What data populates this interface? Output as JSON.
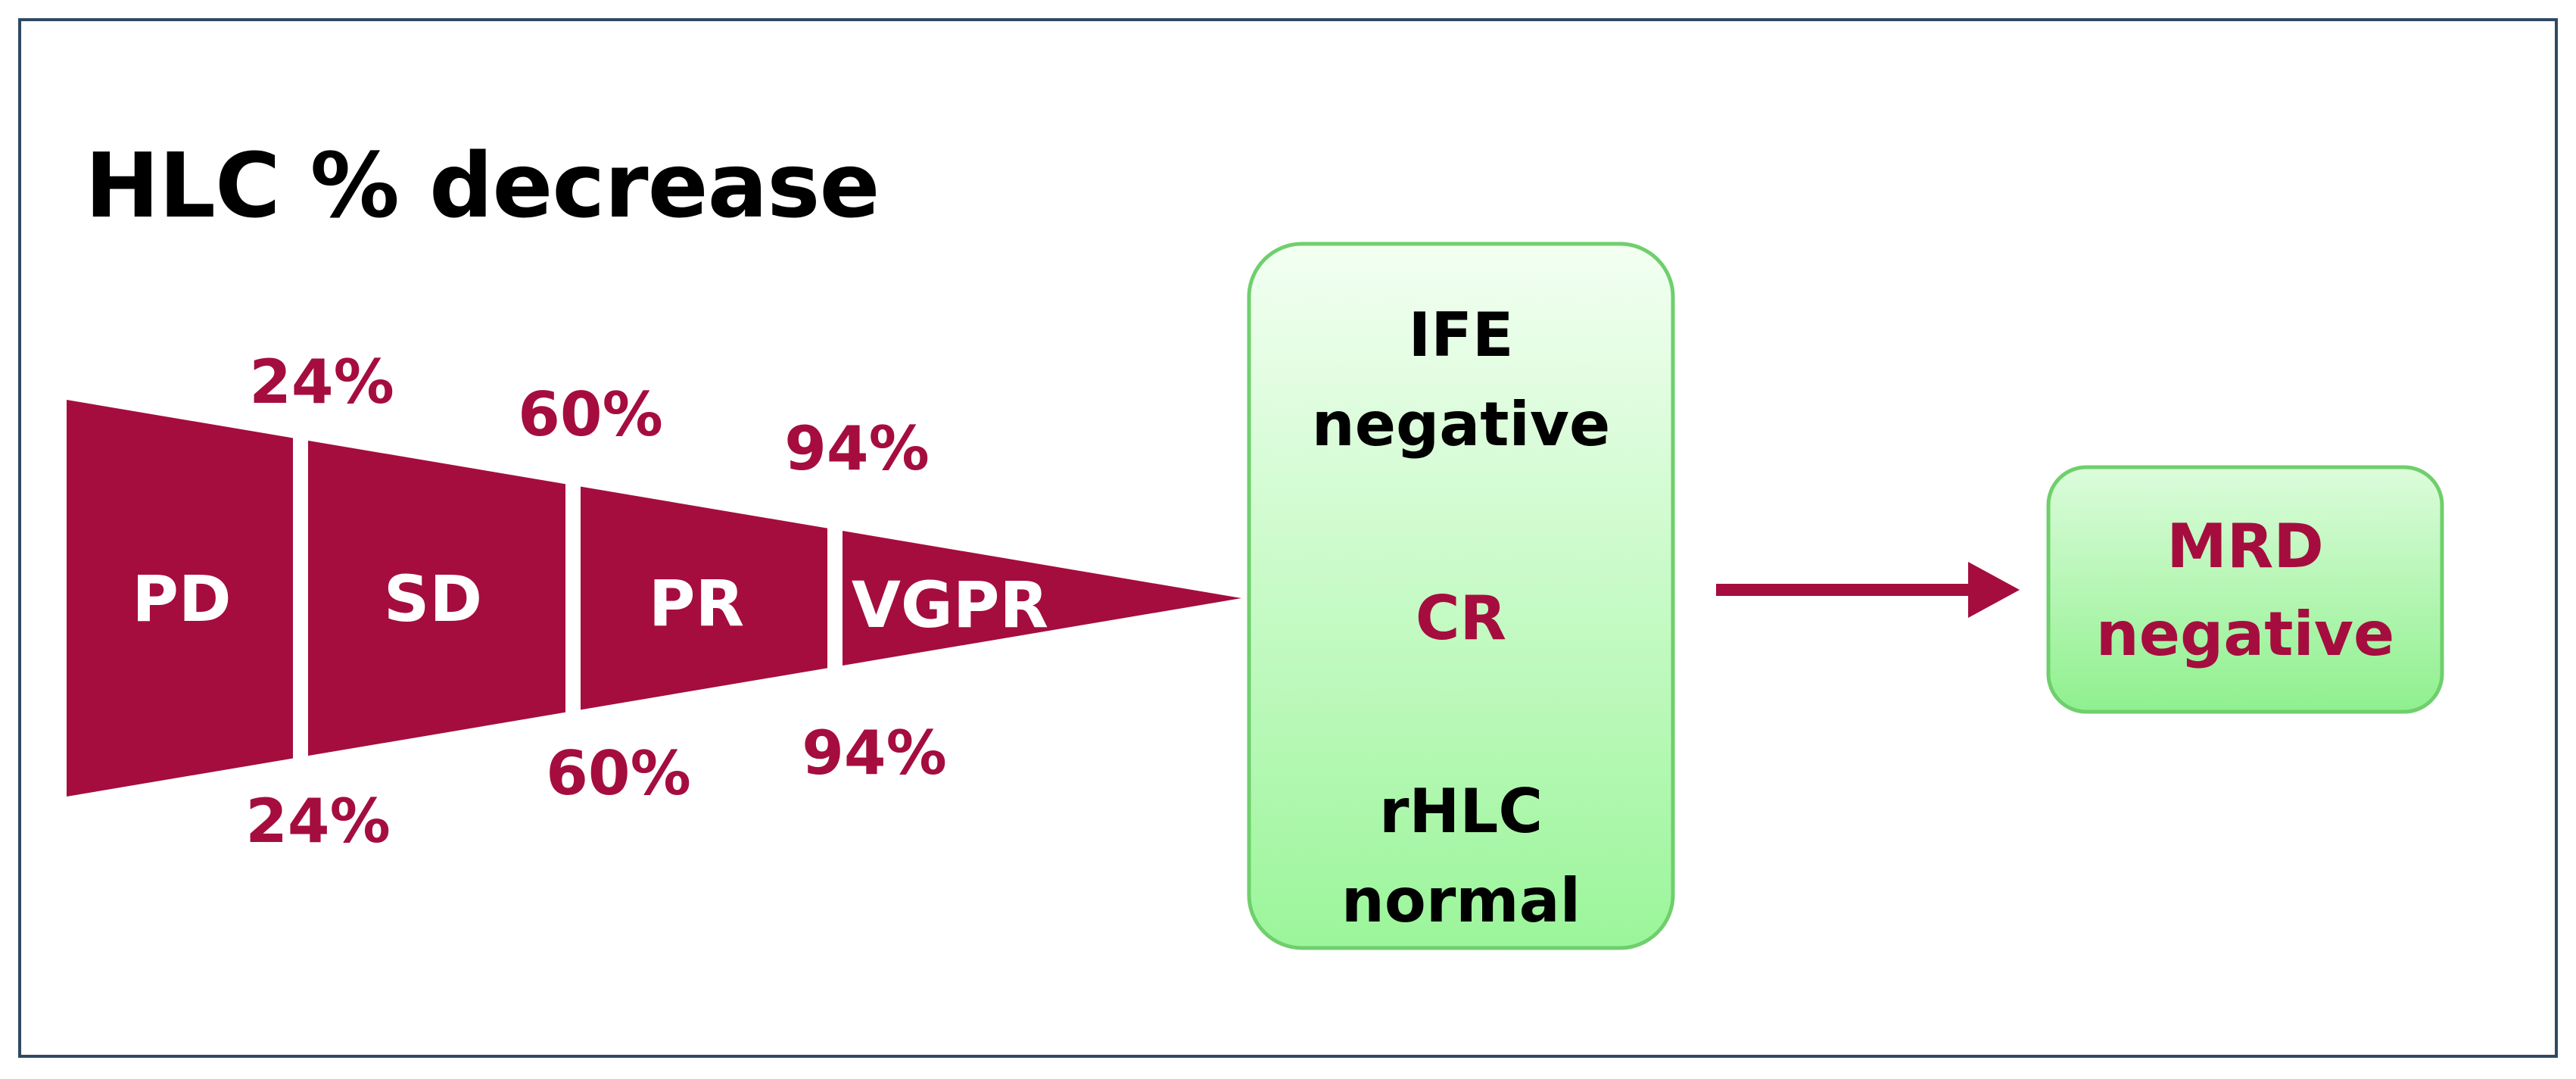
{
  "title": "HLC % decrease",
  "colors": {
    "accent": "#a50d3f",
    "box_fill_top": "#f3fff2",
    "box_fill_bottom": "#9bf59a",
    "box_border": "#6fcf6c",
    "frame_border": "#2f4a63"
  },
  "funnel": {
    "segments": [
      "PD",
      "SD",
      "PR",
      "VGPR"
    ],
    "top_thresholds": [
      "24%",
      "60%",
      "94%"
    ],
    "bottom_thresholds": [
      "24%",
      "60%",
      "94%"
    ]
  },
  "cr_box": {
    "line1": "IFE",
    "line2": "negative",
    "center": "CR",
    "line3": "rHLC",
    "line4": "normal"
  },
  "mrd_box": {
    "line1": "MRD",
    "line2": "negative"
  }
}
